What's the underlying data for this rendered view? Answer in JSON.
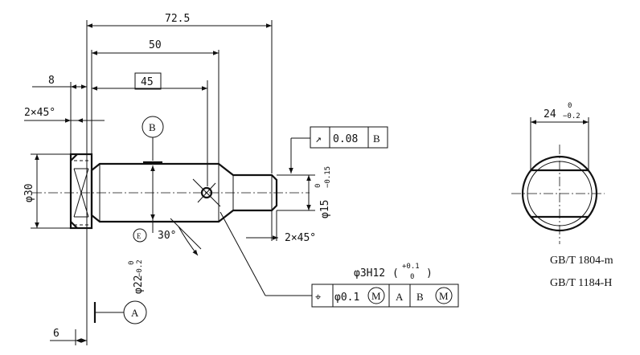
{
  "dimensions": {
    "overall_length": "72.5",
    "length_50": "50",
    "length_45": "45",
    "length_8": "8",
    "length_6": "6",
    "chamfer_left": "2×45°",
    "chamfer_right": "2×45°",
    "dia_30": "φ30",
    "dia_22": "φ22",
    "dia_22_upper": "0",
    "dia_22_lower": "−0.2",
    "dia_15": "φ15",
    "dia_15_upper": "0",
    "dia_15_lower": "−0.15",
    "angle_30": "30°",
    "flat_24": "24",
    "flat_24_upper": "0",
    "flat_24_lower": "−0.2"
  },
  "datums": {
    "a": "A",
    "b": "B",
    "e": "E"
  },
  "tolerances": {
    "runout": {
      "symbol": "↗",
      "value": "0.08",
      "datum": "B"
    },
    "position": {
      "symbol": "⌖",
      "value": "φ0.1",
      "modifier": "M",
      "datum_1": "A",
      "datum_2": "B",
      "datum_2_modifier": "M"
    },
    "hole_note": "φ3H12",
    "hole_upper": "+0.1",
    "hole_lower": "0"
  },
  "standards": {
    "line_1": "GB/T 1804-m",
    "line_2": "GB/T 1184-H"
  }
}
